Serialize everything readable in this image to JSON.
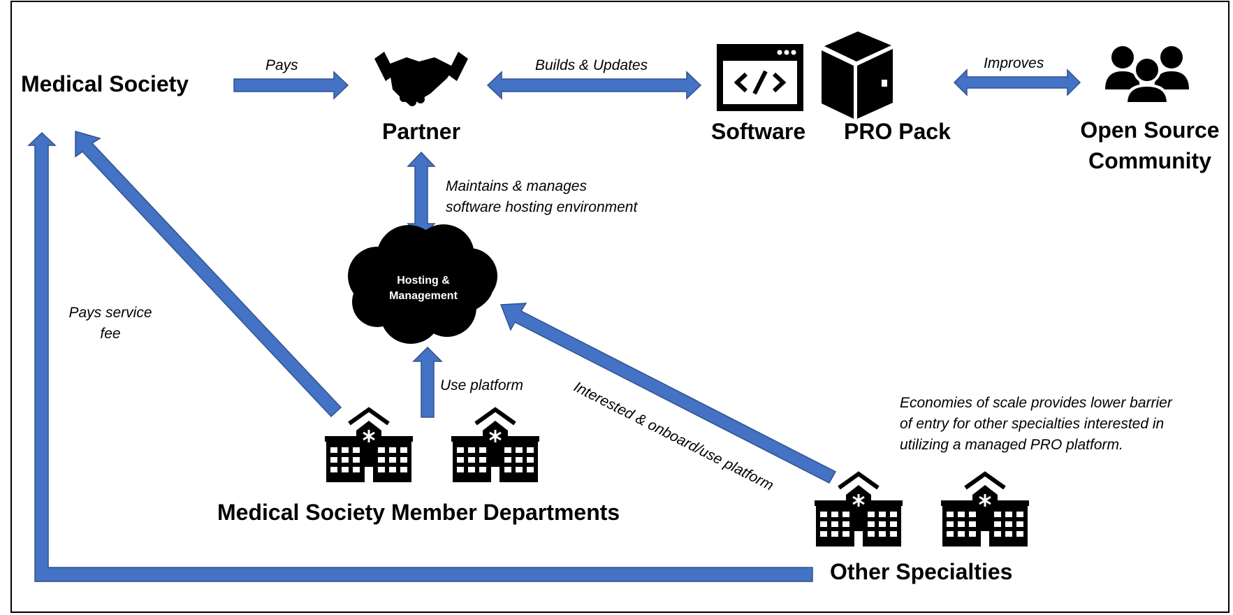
{
  "nodes": {
    "medical_society": "Medical Society",
    "partner": "Partner",
    "software": "Software",
    "pro_pack": "PRO Pack",
    "open_source_community_line1": "Open Source",
    "open_source_community_line2": "Community",
    "hosting_line1": "Hosting &",
    "hosting_line2": "Management",
    "member_departments": "Medical Society Member Departments",
    "other_specialties": "Other Specialties"
  },
  "edges": {
    "pays": "Pays",
    "builds_updates": "Builds & Updates",
    "improves": "Improves",
    "maintains_line1": "Maintains & manages",
    "maintains_line2": "software hosting environment",
    "pays_service_fee_line1": "Pays service",
    "pays_service_fee_line2": "fee",
    "use_platform": "Use platform",
    "interested_onboard": "Interested & onboard/use platform"
  },
  "notes": {
    "economies_line1": "Economies of scale provides lower barrier",
    "economies_line2": "of entry for other specialties interested in",
    "economies_line3": "utilizing a managed PRO platform."
  },
  "colors": {
    "arrow_fill": "#4472C4",
    "arrow_stroke": "#2F528F",
    "icon": "#000000"
  }
}
